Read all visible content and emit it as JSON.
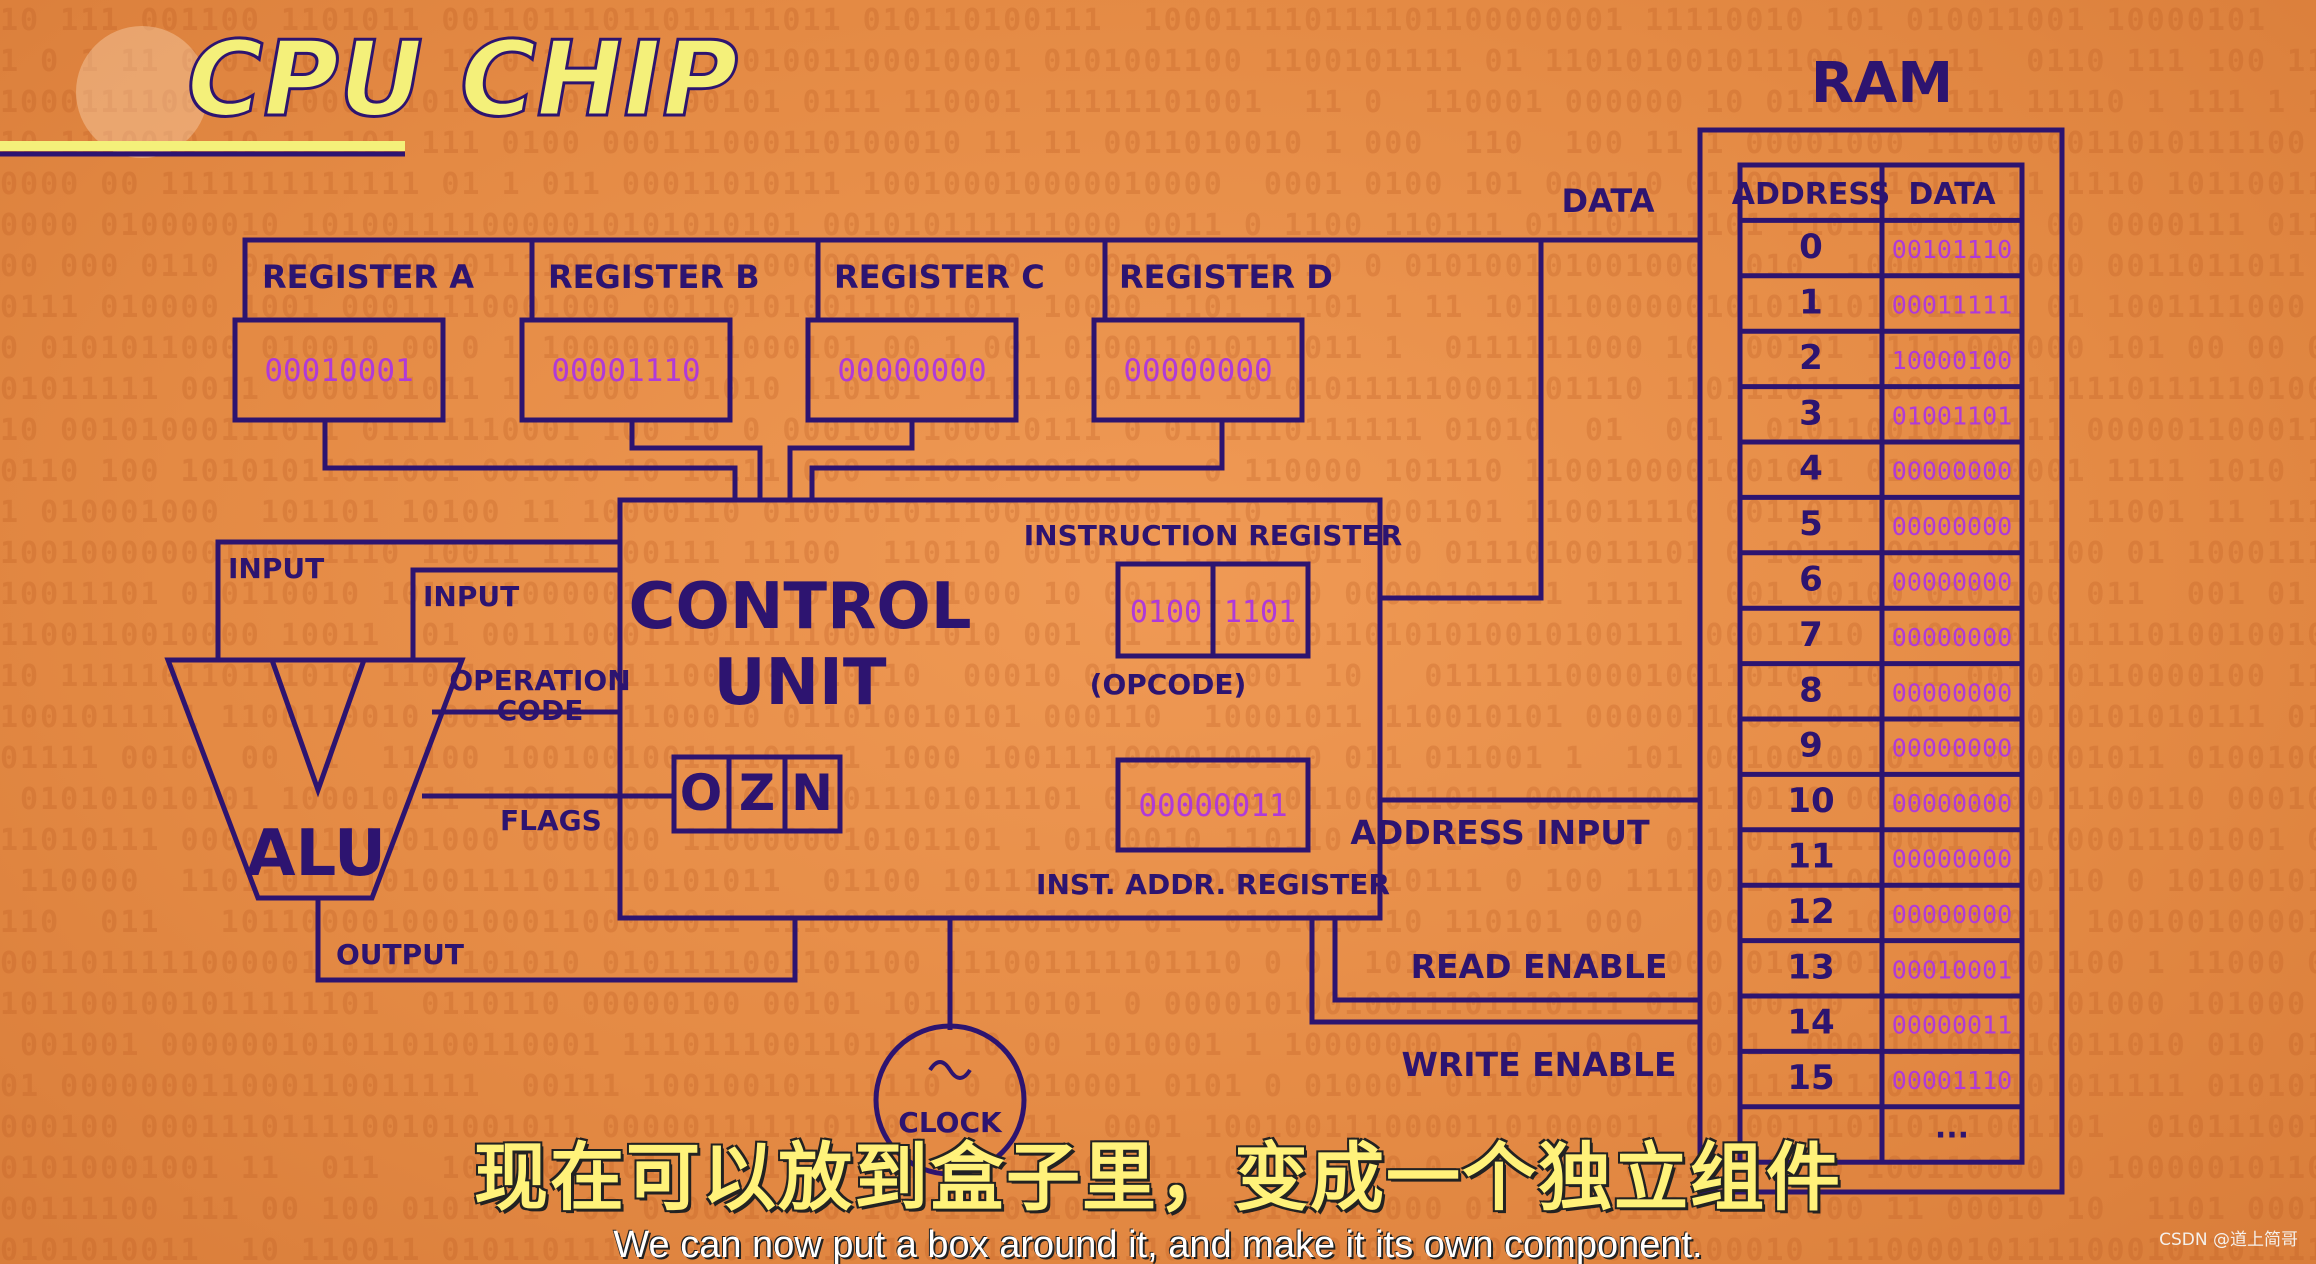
{
  "title": "CPU CHIP",
  "control_unit": {
    "label_line1": "CONTROL",
    "label_line2": "UNIT"
  },
  "registers": [
    {
      "name": "REGISTER A",
      "value": "00010001"
    },
    {
      "name": "REGISTER B",
      "value": "00001110"
    },
    {
      "name": "REGISTER C",
      "value": "00000000"
    },
    {
      "name": "REGISTER D",
      "value": "00000000"
    }
  ],
  "instruction_register": {
    "label": "INSTRUCTION REGISTER",
    "opcode": "0100",
    "operand": "1101",
    "opcode_label": "(OPCODE)"
  },
  "inst_addr_register": {
    "label": "INST. ADDR. REGISTER",
    "value": "00000011"
  },
  "flags": [
    "O",
    "Z",
    "N"
  ],
  "alu": {
    "label": "ALU",
    "input_a": "INPUT",
    "input_b": "INPUT",
    "opcode_line1": "OPERATION",
    "opcode_line2": "CODE",
    "flags_label": "FLAGS",
    "output_label": "OUTPUT"
  },
  "clock_label": "CLOCK",
  "bus_labels": {
    "data": "DATA",
    "address_input": "ADDRESS INPUT",
    "read_enable": "READ ENABLE",
    "write_enable": "WRITE ENABLE"
  },
  "ram": {
    "title": "RAM",
    "headers": [
      "ADDRESS",
      "DATA"
    ],
    "rows": [
      [
        "0",
        "00101110"
      ],
      [
        "1",
        "00011111"
      ],
      [
        "2",
        "10000100"
      ],
      [
        "3",
        "01001101"
      ],
      [
        "4",
        "00000000"
      ],
      [
        "5",
        "00000000"
      ],
      [
        "6",
        "00000000"
      ],
      [
        "7",
        "00000000"
      ],
      [
        "8",
        "00000000"
      ],
      [
        "9",
        "00000000"
      ],
      [
        "10",
        "00000000"
      ],
      [
        "11",
        "00000000"
      ],
      [
        "12",
        "00000000"
      ],
      [
        "13",
        "00010001"
      ],
      [
        "14",
        "00000011"
      ],
      [
        "15",
        "00001110"
      ]
    ],
    "more": "..."
  },
  "subtitle_cn": "现在可以放到盒子里，变成一个独立组件",
  "subtitle_en": "We can now put a box around it, and make it its own component.",
  "watermark": "CSDN @道上简哥",
  "colors": {
    "background": "#e8914a",
    "line": "#2d1470",
    "value_text": "#b03ad8",
    "title": "#f4f07a"
  }
}
